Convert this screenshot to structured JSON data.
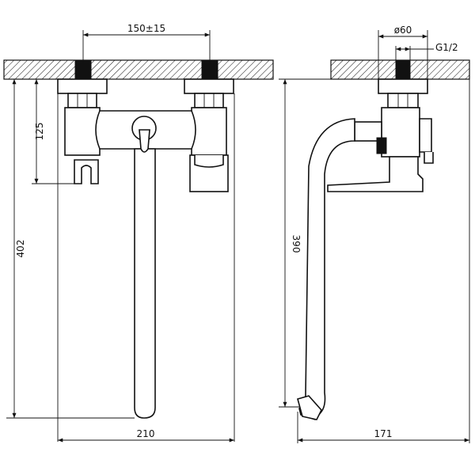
{
  "dimensions": {
    "inlet_spacing": "150±15",
    "height_125": "125",
    "height_402": "402",
    "width_210": "210",
    "diameter_60": "ø60",
    "thread_g12": "G1/2",
    "height_390": "390",
    "depth_171": "171"
  },
  "colors": {
    "line": "#111111",
    "background": "#ffffff"
  }
}
